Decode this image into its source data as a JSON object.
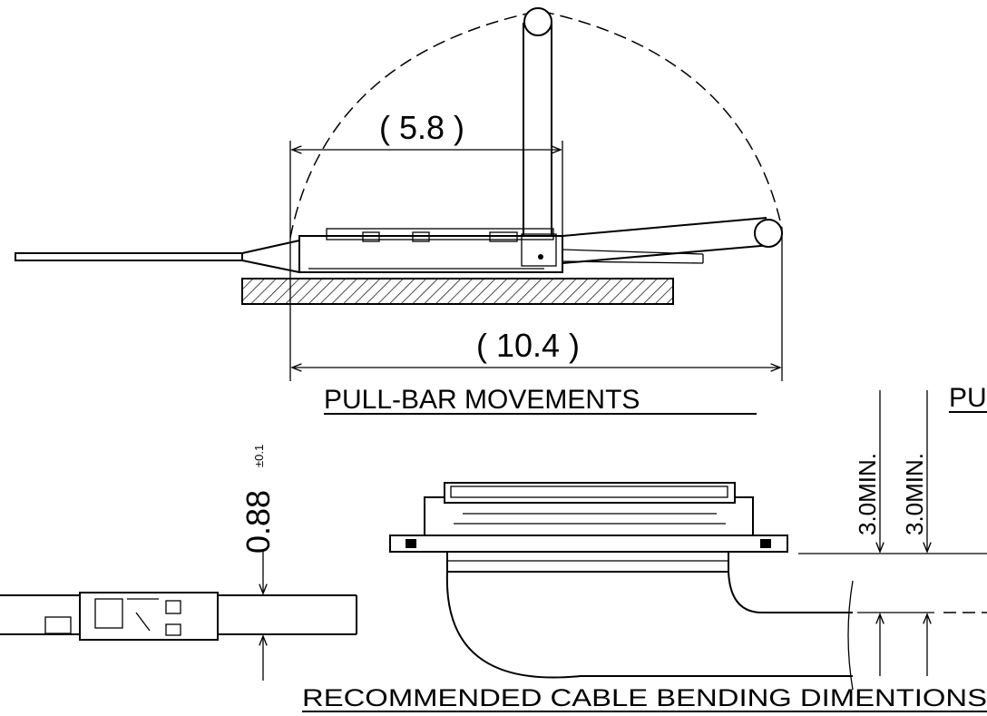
{
  "pullbar_view": {
    "dim_upper": "( 5.8 )",
    "dim_lower": "( 10.4 )",
    "title": "PULL-BAR MOVEMENTS"
  },
  "side_view": {
    "thickness_value": "0.88",
    "thickness_tolerance": "±0.1"
  },
  "bend_view": {
    "clearance_1": "3.0MIN.",
    "clearance_2": "3.0MIN.",
    "title": "RECOMMENDED CABLE BENDING DIMENTIONS",
    "cut_title": "PU"
  }
}
